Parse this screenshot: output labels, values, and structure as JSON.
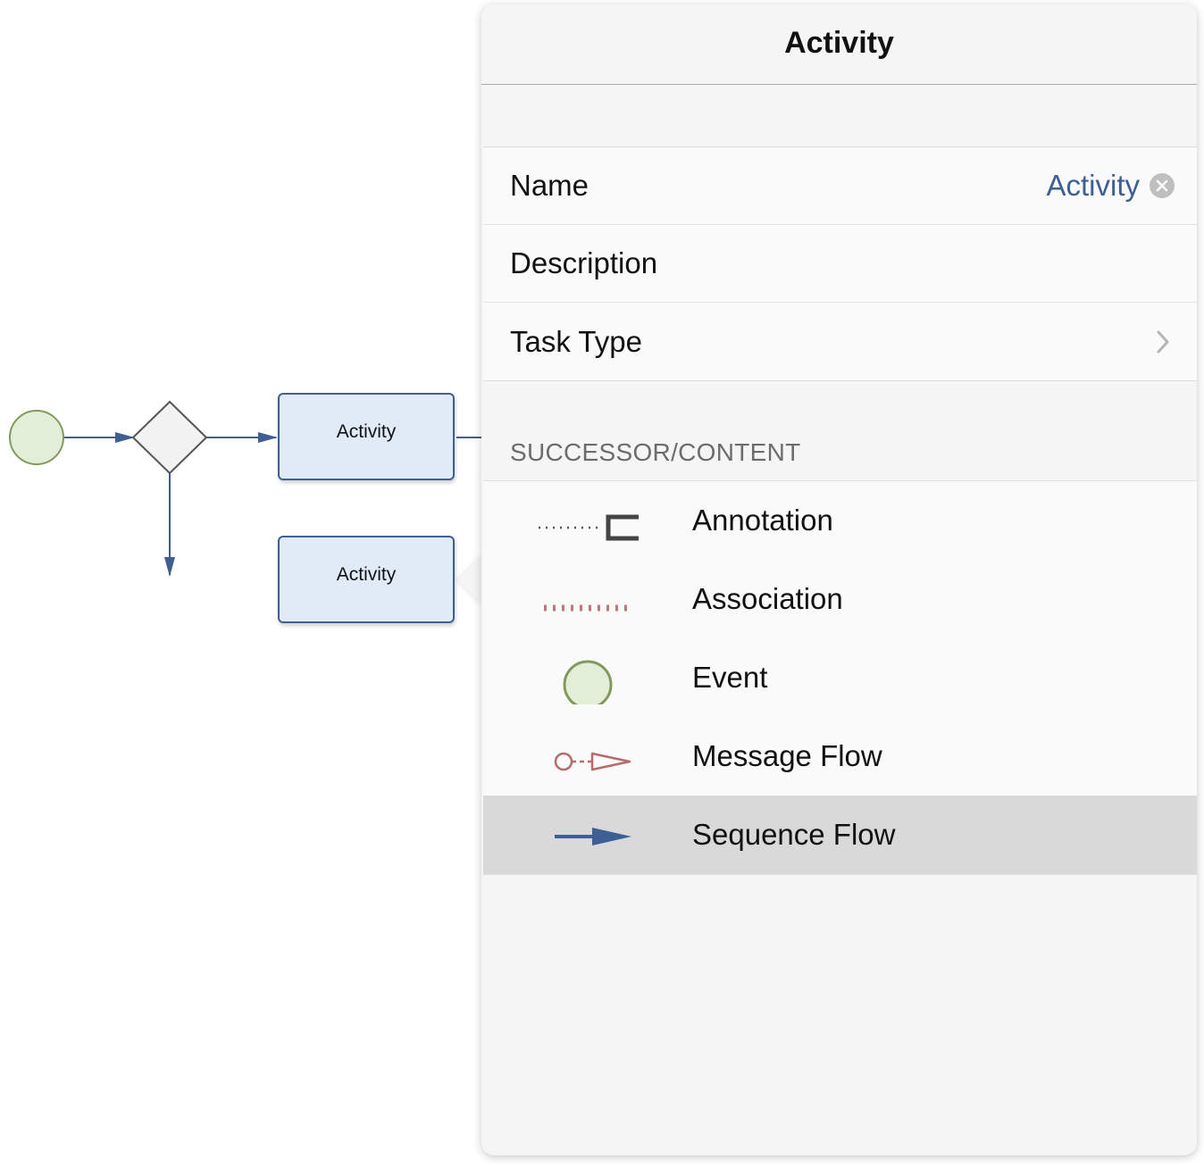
{
  "diagram": {
    "nodes": [
      {
        "type": "start-event"
      },
      {
        "type": "gateway"
      },
      {
        "type": "activity",
        "label": "Activity"
      },
      {
        "type": "activity",
        "label": "Activity"
      }
    ]
  },
  "popover": {
    "title": "Activity",
    "fields": [
      {
        "label": "Name",
        "value": "Activity",
        "accessory": "clear-icon"
      },
      {
        "label": "Description"
      },
      {
        "label": "Task Type",
        "accessory": "chevron-right-icon"
      }
    ],
    "section_header": "SUCCESSOR/CONTENT",
    "successors": [
      {
        "label": "Annotation",
        "icon": "annotation-icon"
      },
      {
        "label": "Association",
        "icon": "association-icon"
      },
      {
        "label": "Event",
        "icon": "event-icon"
      },
      {
        "label": "Message Flow",
        "icon": "message-flow-icon"
      },
      {
        "label": "Sequence Flow",
        "icon": "sequence-flow-icon",
        "selected": true
      }
    ]
  },
  "colors": {
    "activity_fill": "#e1ebf7",
    "activity_stroke": "#3f5f93",
    "event_fill": "#e3eed8",
    "event_stroke": "#7f9a5c",
    "value_link": "#3d5f96",
    "selected_row": "#d9d9d9",
    "association": "#c0777a"
  }
}
